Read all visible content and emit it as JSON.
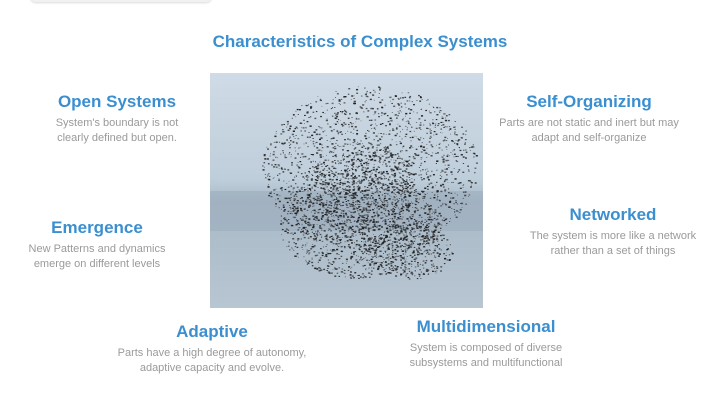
{
  "title": "Characteristics of Complex Systems",
  "characteristics": [
    {
      "heading": "Open Systems",
      "desc1": "System's boundary is not",
      "desc2": "clearly defined but open."
    },
    {
      "heading": "Emergence",
      "desc1": "New Patterns and dynamics",
      "desc2": "emerge on different levels"
    },
    {
      "heading": "Adaptive",
      "desc1": "Parts have a high degree of autonomy,",
      "desc2": "adaptive capacity and evolve."
    },
    {
      "heading": "Self-Organizing",
      "desc1": "Parts are not static and inert but may",
      "desc2": "adapt and self-organize"
    },
    {
      "heading": "Networked",
      "desc1": "The system is more like a network",
      "desc2": "rather than a set of things"
    },
    {
      "heading": "Multidimensional",
      "desc1": "System is composed of diverse",
      "desc2": "subsystems and multifunctional"
    }
  ],
  "image": {
    "subject": "bird-flock-murmuration",
    "sky_top": "#c9d6e2",
    "sky_bottom": "#a7b6c4",
    "birds": "#1d1d1d"
  },
  "colors": {
    "accent": "#3b8fcf",
    "muted": "#9a9a9a"
  }
}
